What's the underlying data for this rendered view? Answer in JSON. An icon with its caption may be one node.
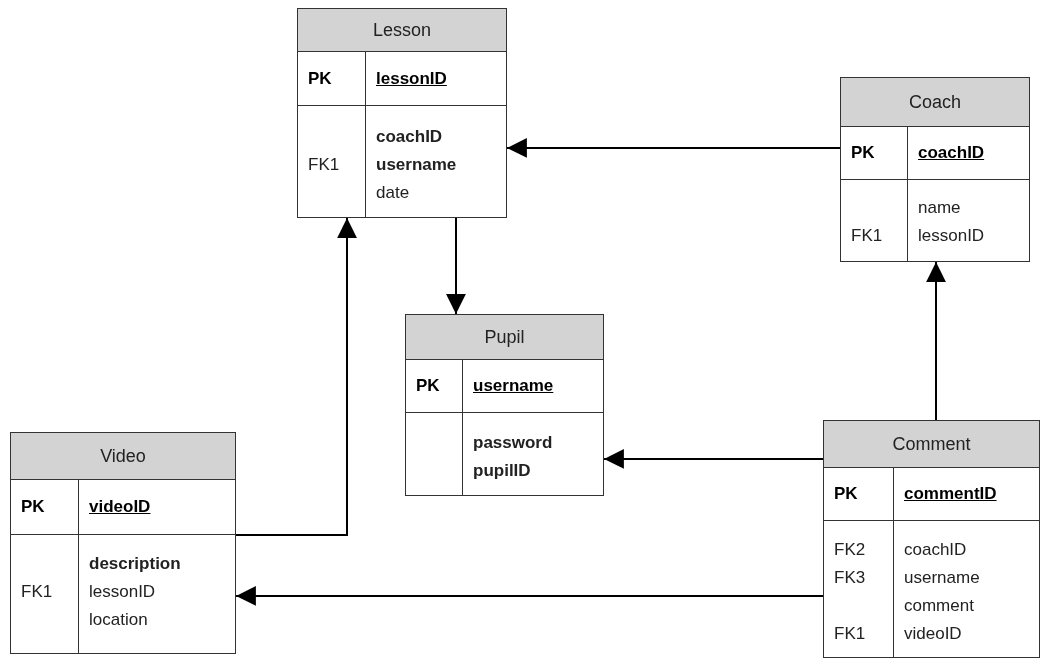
{
  "diagram": {
    "nodes": [
      {
        "text": [
          "Lesson",
          "PK",
          "lessonID",
          "FK1",
          "**coachID** **username** date"
        ]
      },
      {
        "text": [
          "Coach",
          "PK",
          "coachID",
          "FK1",
          "name lessonID"
        ]
      },
      {
        "text": [
          "Pupil",
          "PK",
          "username",
          "**password** **pupilID**"
        ]
      },
      {
        "text": [
          "Video",
          "PK",
          "videoID",
          "FK1",
          "**description** lessonID location"
        ]
      },
      {
        "text": [
          "Comment",
          "PK",
          "commentID",
          "FK2 FK3 FK1",
          "coachID username comment videoID"
        ]
      }
    ],
    "edges": [
      {
        "from": 1,
        "to": 0,
        "arrow": "to"
      },
      {
        "from": 0,
        "to": 2,
        "arrow": "to"
      },
      {
        "from": 3,
        "to": 0,
        "arrow": "to"
      },
      {
        "from": 4,
        "to": 1,
        "arrow": "to"
      },
      {
        "from": 4,
        "to": 2,
        "arrow": "to"
      },
      {
        "from": 4,
        "to": 3,
        "arrow": "to"
      }
    ]
  }
}
